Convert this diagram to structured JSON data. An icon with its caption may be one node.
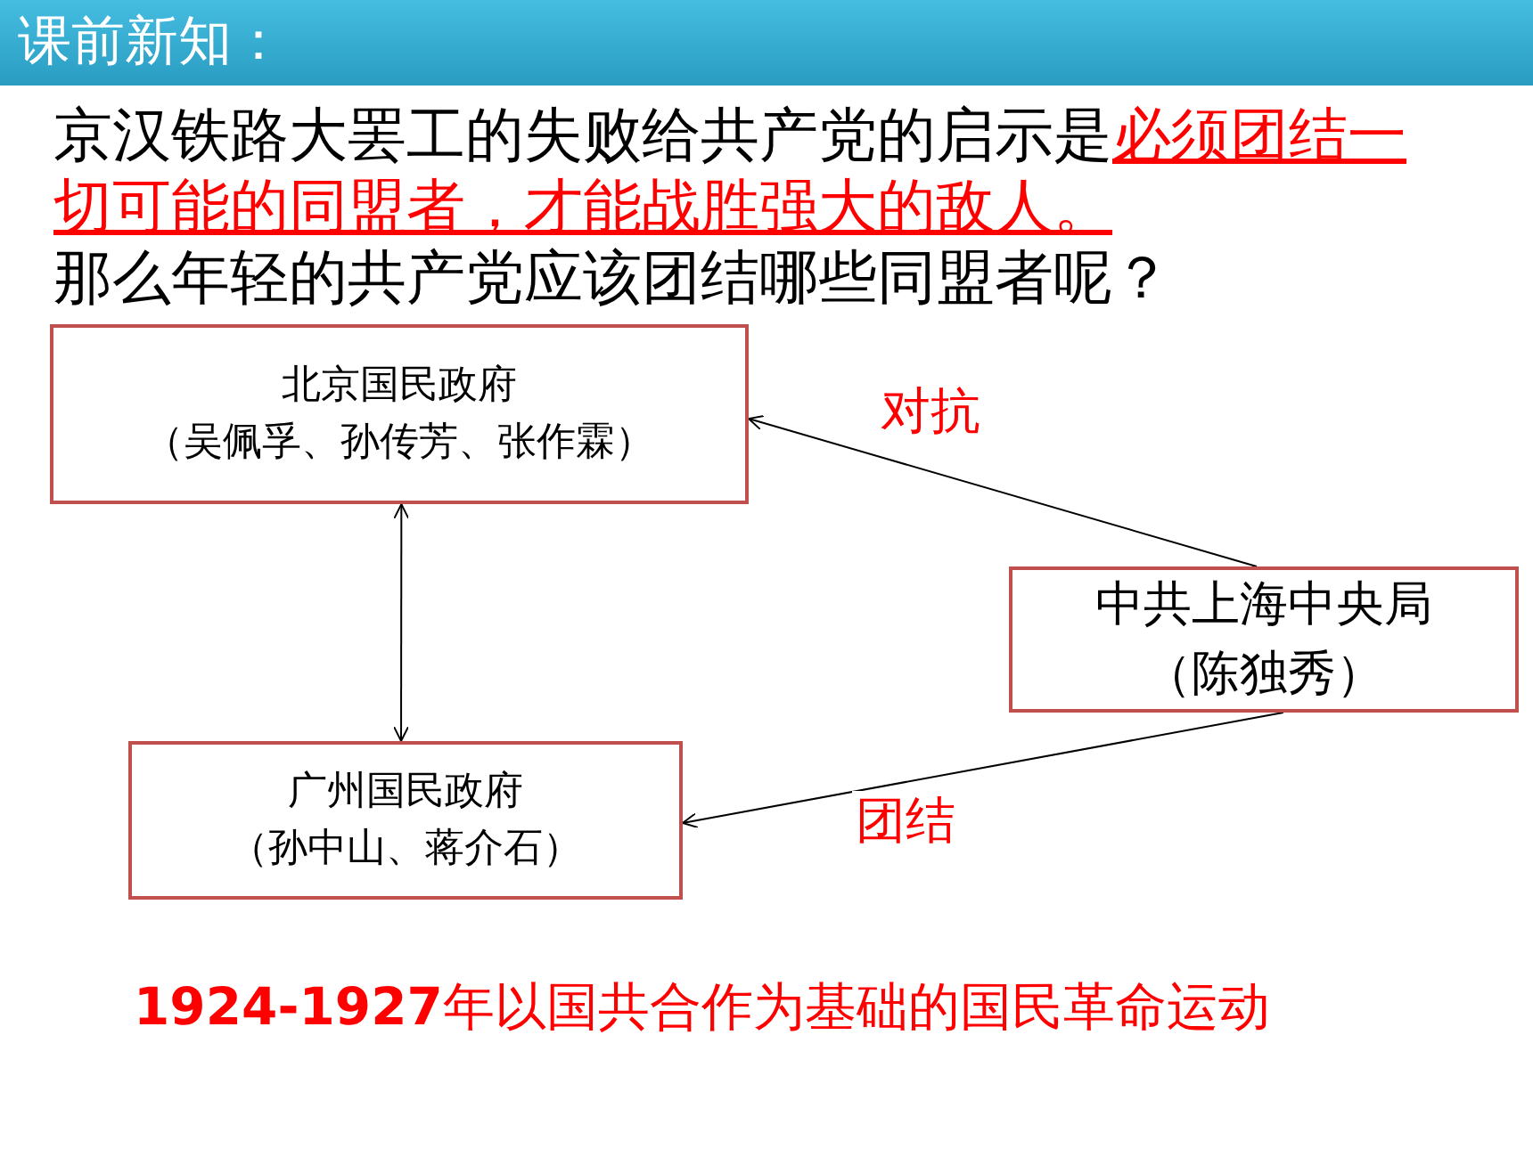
{
  "diagram": {
    "title": "课前新知：",
    "nodes": [
      {
        "text": [
          "北京国民政府",
          "（吴佩孚、孙传芳、张作霖）"
        ]
      },
      {
        "text": [
          "广州国民政府",
          "（孙中山、蒋介石）"
        ]
      },
      {
        "text": [
          "中共上海中央局",
          "（陈独秀）"
        ]
      }
    ],
    "edges": [
      {
        "from": 2,
        "to": 0,
        "arrow": "to",
        "label": "对抗"
      },
      {
        "from": 0,
        "to": 1,
        "arrow": "both"
      },
      {
        "from": 2,
        "to": 1,
        "arrow": "to",
        "label": "团结"
      }
    ],
    "labels": [
      "京汉铁路大罢工的失败给共产党的启示是",
      "必须团结一切可能的同盟者，才能战胜强大的敌人。",
      "那么年轻的共产党应该团结哪些同盟者呢？",
      "**1924-1927**年以国共合作为基础的国民革命运动"
    ]
  }
}
